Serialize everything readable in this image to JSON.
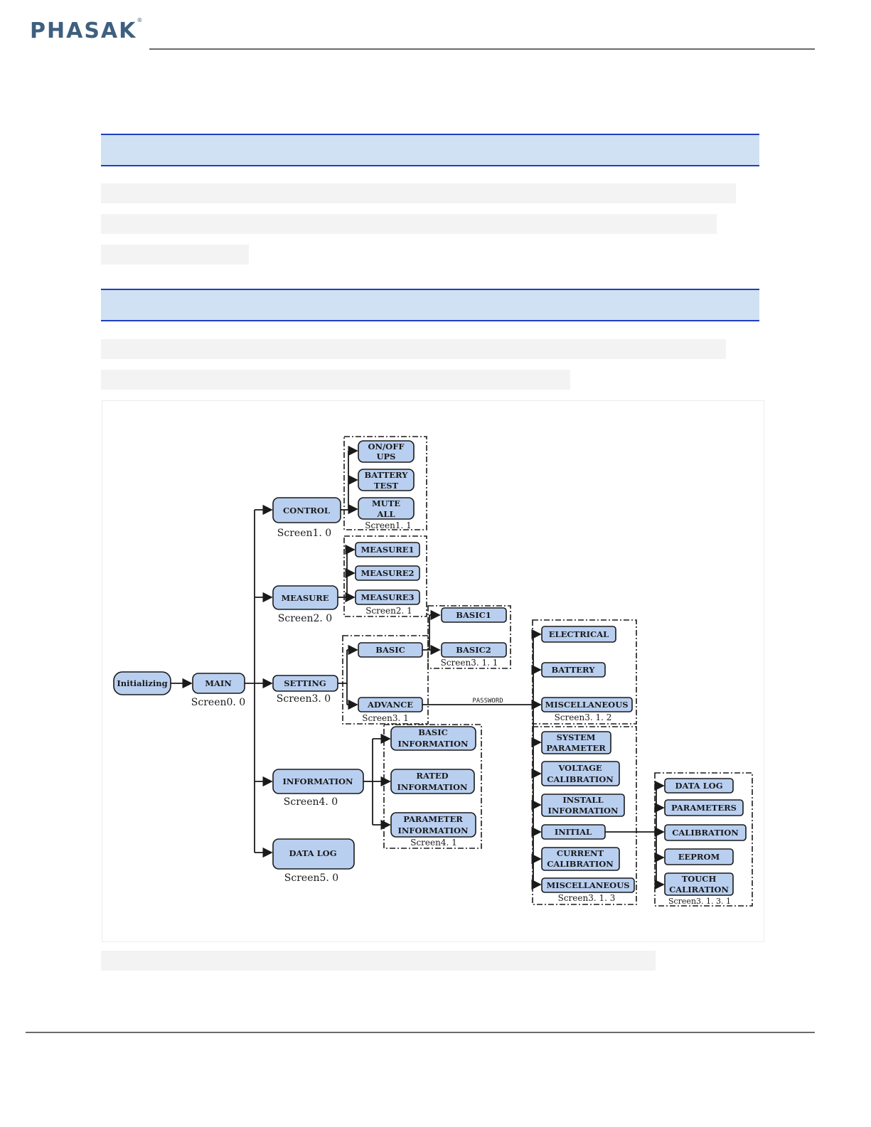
{
  "header": {
    "logo_text": "PHASAK",
    "logo_reg": "®"
  },
  "diagram": {
    "nodes": {
      "initializing": "Initializing",
      "main": "MAIN",
      "control": "CONTROL",
      "measure": "MEASURE",
      "setting": "SETTING",
      "information": "INFORMATION",
      "data_log": "DATA LOG",
      "onoff_ups": [
        "ON/OFF",
        "UPS"
      ],
      "battery_test": [
        "BATTERY",
        "TEST"
      ],
      "mute_all": [
        "MUTE",
        "ALL"
      ],
      "measure1": "MEASURE1",
      "measure2": "MEASURE2",
      "measure3": "MEASURE3",
      "basic": "BASIC",
      "advance": "ADVANCE",
      "basic1": "BASIC1",
      "basic2": "BASIC2",
      "electrical": "ELECTRICAL",
      "battery": "BATTERY",
      "miscellaneous_a": "MISCELLANEOUS",
      "basic_information": [
        "BASIC",
        "INFORMATION"
      ],
      "rated_information": [
        "RATED",
        "INFORMATION"
      ],
      "parameter_information": [
        "PARAMETER",
        "INFORMATION"
      ],
      "system_parameter": [
        "SYSTEM",
        "PARAMETER"
      ],
      "voltage_calibration": [
        "VOLTAGE",
        "CALIBRATION"
      ],
      "install_information": [
        "INSTALL",
        "INFORMATION"
      ],
      "initial": "INITIAL",
      "current_calibration": [
        "CURRENT",
        "CALIBRATION"
      ],
      "miscellaneous_b": "MISCELLANEOUS",
      "datalog_sub": "DATA LOG",
      "parameters": "PARAMETERS",
      "calibration": "CALIBRATION",
      "eeprom": "EEPROM",
      "touch_caliration": [
        "TOUCH",
        "CALIRATION"
      ]
    },
    "screens": {
      "s0_0": "Screen0. 0",
      "s1_0": "Screen1. 0",
      "s1_1": "Screen1. 1",
      "s2_0": "Screen2. 0",
      "s2_1": "Screen2. 1",
      "s3_0": "Screen3. 0",
      "s3_1": "Screen3. 1",
      "s3_1_1": "Screen3. 1. 1",
      "s3_1_2": "Screen3. 1. 2",
      "s3_1_3": "Screen3. 1. 3",
      "s3_1_3_1": "Screen3. 1. 3. 1",
      "s4_0": "Screen4. 0",
      "s4_1": "Screen4. 1",
      "s5_0": "Screen5. 0"
    },
    "edge_label": "PASSWORD",
    "colors": {
      "node_fill": "#b9cff0",
      "heading_fill": "#cfe1f3",
      "heading_rule": "#1f3fbf"
    }
  }
}
